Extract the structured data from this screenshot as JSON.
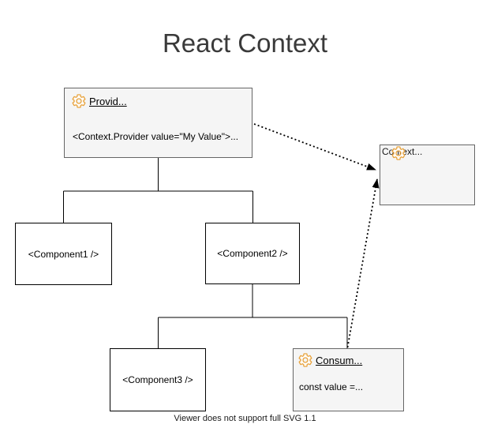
{
  "title": "React Context",
  "footer": "Viewer does not support full SVG 1.1",
  "colors": {
    "accent_orange": "#E8A33D",
    "shaded_fill": "#F5F5F5",
    "shaded_border": "#666666",
    "component_border": "#000000",
    "title_color": "#3A3A3A",
    "edge_color": "#000000"
  },
  "nodes": {
    "provider": {
      "label": "Provid...",
      "body": "<Context.Provider value=\"My Value\">...",
      "icon": "gear-icon"
    },
    "context": {
      "label": "Context...",
      "icon": "gear-icon"
    },
    "component1": {
      "label": "<Component1 />"
    },
    "component2": {
      "label": "<Component2 />"
    },
    "component3": {
      "label": "<Component3 />"
    },
    "consumer": {
      "label": "Consum...",
      "body": "const value =...",
      "icon": "gear-icon"
    }
  },
  "edges": [
    {
      "from": "provider",
      "to": "component1",
      "style": "solid"
    },
    {
      "from": "provider",
      "to": "component2",
      "style": "solid"
    },
    {
      "from": "component2",
      "to": "component3",
      "style": "solid"
    },
    {
      "from": "component2",
      "to": "consumer",
      "style": "solid"
    },
    {
      "from": "provider",
      "to": "context",
      "style": "dotted-arrow"
    },
    {
      "from": "consumer",
      "to": "context",
      "style": "dotted-arrow"
    }
  ]
}
